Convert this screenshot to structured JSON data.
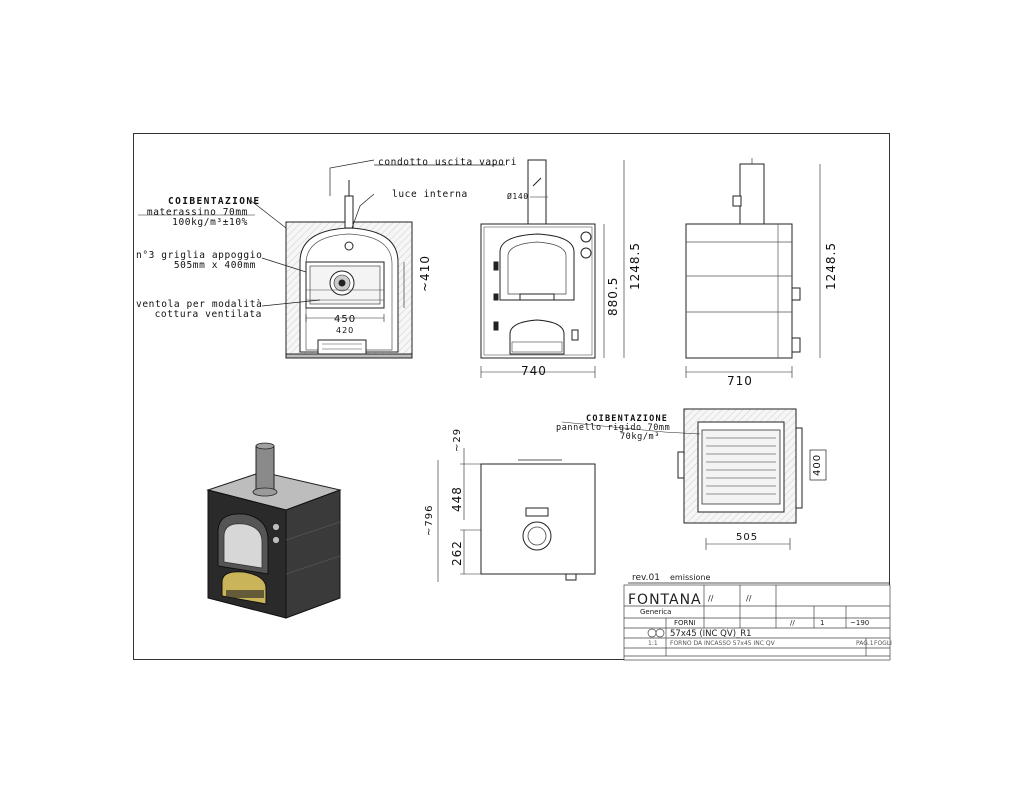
{
  "labels": {
    "condotto": "condotto uscita vapori",
    "luce": "luce interna",
    "coib1_title": "COIBENTAZIONE",
    "coib1_l1": "materassino 70mm",
    "coib1_l2": "100kg/m³±10%",
    "griglia_l1": "n°3 griglia appoggio",
    "griglia_l2": "505mm x 400mm",
    "ventola_l1": "ventola per modalità",
    "ventola_l2": "cottura ventilata",
    "coib2_title": "COIBENTAZIONE",
    "coib2_l1": "pannello rigido 70mm",
    "coib2_l2": "70kg/m³",
    "d140": "Ø140"
  },
  "dims": {
    "w450": "450",
    "w420": "420",
    "h410": "~410",
    "h1248a": "1248.5",
    "h880": "880.5",
    "w740": "740",
    "h1248b": "1248.5",
    "w710": "710",
    "h29": "~29",
    "h448": "448",
    "h796": "~796",
    "h262": "262",
    "h400": "400",
    "w505": "505"
  },
  "title_block": {
    "rev": "rev.01",
    "emissione": "emissione",
    "logo": "FONTANA",
    "generica": "Generica",
    "forni": "FORNI",
    "code": "57x45 (INC QV)_R1",
    "desc": "FORNO DA INCASSO 57x45 INC QV",
    "qty": "1",
    "weight": "~190",
    "scale": "1:1",
    "pag": "PAG.1",
    "fogli": "FOGLI",
    "slash1": "//",
    "slash2": "//",
    "slash3": "//"
  },
  "colors": {
    "line": "#222222",
    "insulation": "#d9d9d9",
    "oven_body": "#2a2a2a",
    "oven_top": "#bfbfbf"
  }
}
